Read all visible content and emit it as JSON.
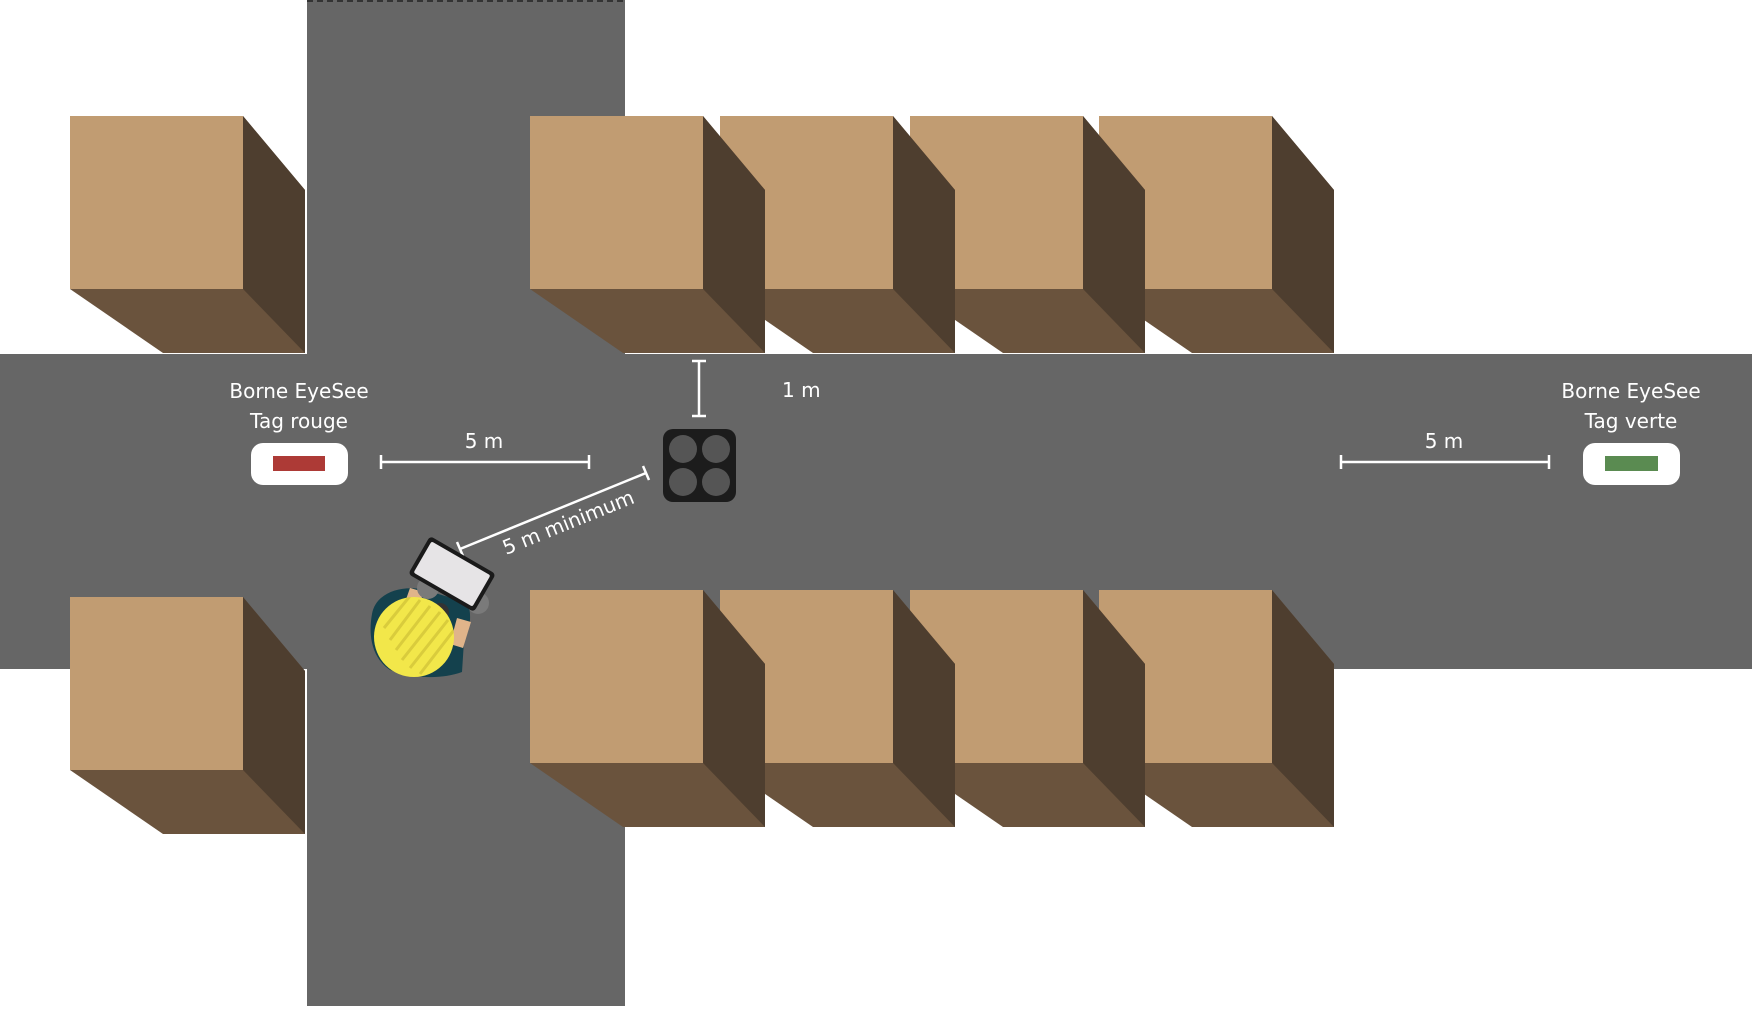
{
  "colors": {
    "background": "#ffffff",
    "aisle": "#666666",
    "box_top": "#c19c72",
    "box_front": "#6a533d",
    "box_side": "#4e3e2f",
    "red_tag": "#ad3a36",
    "green_tag": "#5a8b51",
    "beacon": "#1c1c1c",
    "beacon_dots": "#555555",
    "helmet": "#f2e74a",
    "vest": "#14414d",
    "tablet": "#e6e4e6"
  },
  "left_station": {
    "title": "Borne EyeSee",
    "tag": "Tag rouge",
    "tag_color": "red"
  },
  "right_station": {
    "title": "Borne EyeSee",
    "tag": "Tag verte",
    "tag_color": "green"
  },
  "dimensions": {
    "left_distance": "5 m",
    "right_distance": "5 m",
    "diagonal_distance": "5 m minimum",
    "vertical_distance": "1 m"
  },
  "icons": [
    "beacon-icon",
    "operator-with-tablet-icon",
    "red-tag-icon",
    "green-tag-icon"
  ]
}
